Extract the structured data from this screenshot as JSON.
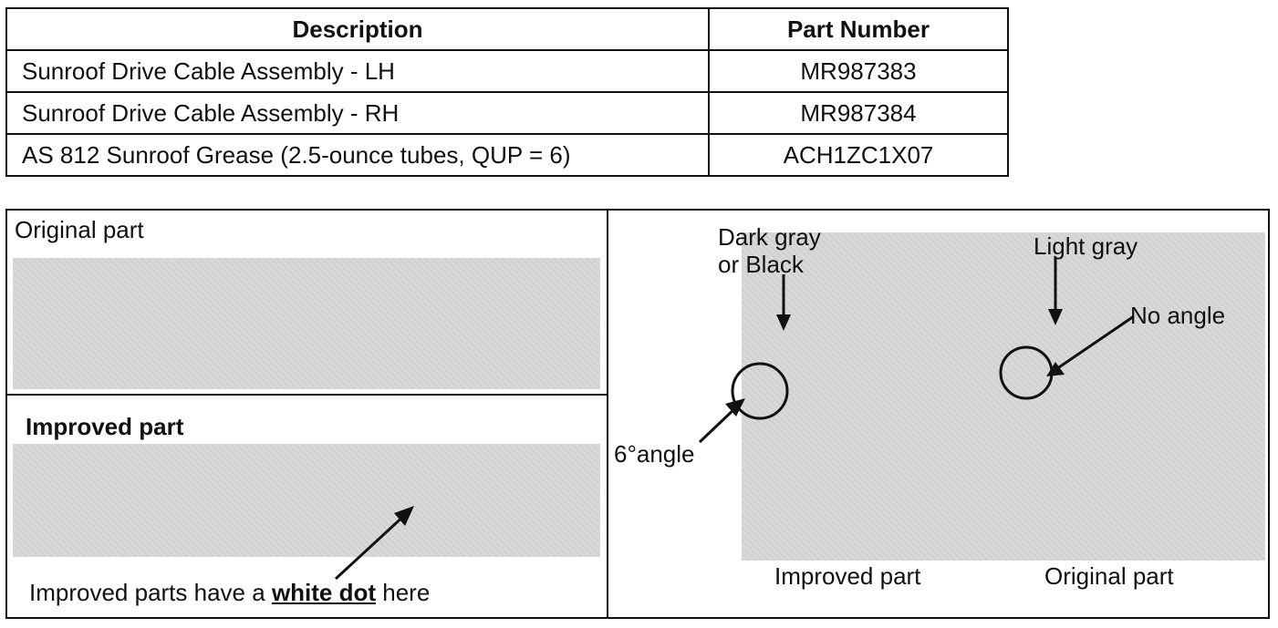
{
  "parts_table": {
    "headers": {
      "description": "Description",
      "part_number": "Part Number"
    },
    "rows": [
      {
        "description": "Sunroof Drive Cable Assembly - LH",
        "part_number": "MR987383"
      },
      {
        "description": "Sunroof Drive Cable Assembly - RH",
        "part_number": "MR987384"
      },
      {
        "description": "AS 812 Sunroof Grease (2.5-ounce tubes, QUP = 6)",
        "part_number": "ACH1ZC1X07"
      }
    ]
  },
  "left_panel": {
    "original_label": "Original part",
    "improved_label": "Improved part",
    "note_prefix": "Improved parts have a",
    "note_emphasis": "white dot",
    "note_suffix": "here"
  },
  "right_panel": {
    "dark_gray_line1": "Dark gray",
    "dark_gray_line2": "or Black",
    "light_gray_label": "Light gray",
    "no_angle_label": "No angle",
    "angle_label": "6°angle",
    "improved_caption": "Improved part",
    "original_caption": "Original part"
  }
}
